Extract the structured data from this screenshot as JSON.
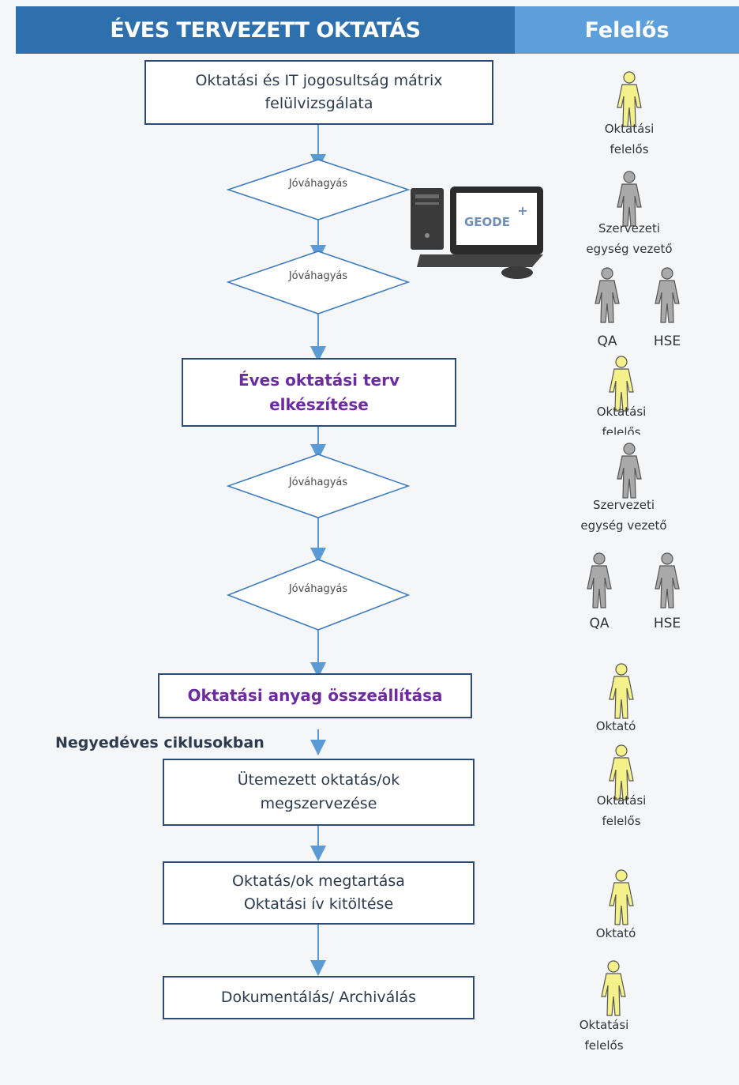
{
  "header": {
    "title": "ÉVES TERVEZETT OKTATÁS",
    "responsible": "Felelős"
  },
  "steps": {
    "review_line1": "Oktatási és IT jogosultság mátrix",
    "review_line2": "felülvizsgálata",
    "approval": "Jóváhagyás",
    "plan_line1": "Éves oktatási terv",
    "plan_line2": "elkészítése",
    "material": "Oktatási anyag összeállítása",
    "quarterly_note": "Negyedéves ciklusokban",
    "organize_line1": "Ütemezett oktatás/ok",
    "organize_line2": "megszervezése",
    "hold_line1": "Oktatás/ok megtartása",
    "hold_line2": "Oktatási ív kitöltése",
    "archive": "Dokumentálás/ Archiválás"
  },
  "software": {
    "logo": "GEODE",
    "logo_mark": "+"
  },
  "roles": {
    "training_owner_line1": "Oktatási",
    "training_owner_line2": "felelős",
    "unit_head_line1": "Szervezeti",
    "unit_head_line2": "egység vezető",
    "qa": "QA",
    "hse": "HSE",
    "trainer": "Oktató"
  },
  "colors": {
    "header_dark": "#2e6fae",
    "header_light": "#5c9fdb",
    "connector": "#5b9bd5",
    "highlight_text": "#6b2ca0",
    "person_yellow": "#f4f08a",
    "person_gray": "#a9a9a9"
  }
}
